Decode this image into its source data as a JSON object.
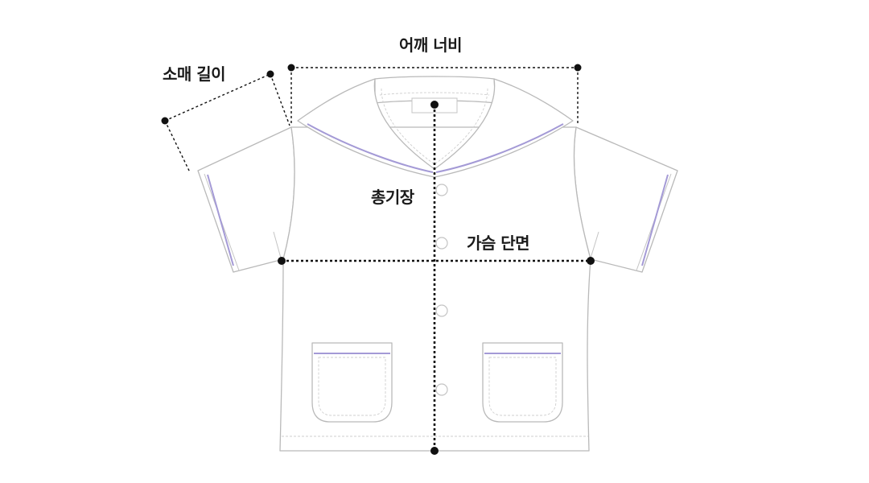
{
  "labels": {
    "shoulder_width": "어깨 너비",
    "sleeve_length": "소매 길이",
    "total_length": "총기장",
    "chest_width": "가슴 단면"
  },
  "colors": {
    "outline": "#b9b9b9",
    "trim": "#a49ad6",
    "measure": "#111111",
    "text": "#1a1a1a"
  }
}
